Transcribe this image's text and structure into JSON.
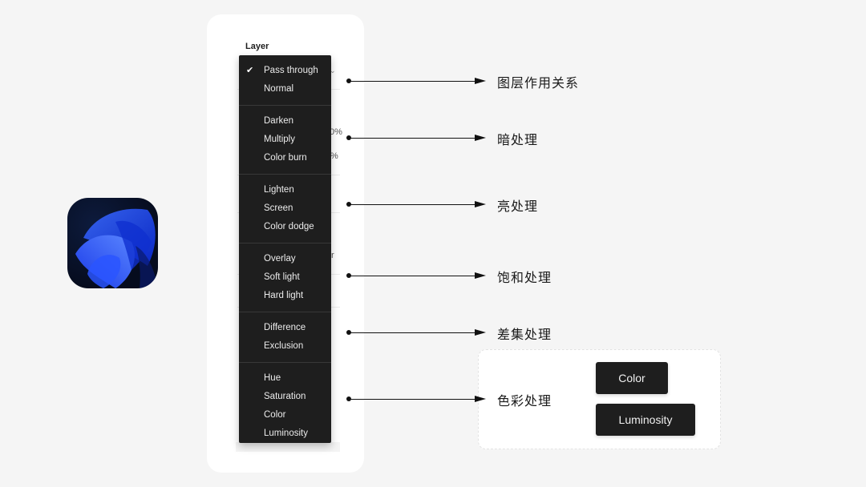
{
  "panel": {
    "title": "Layer",
    "background_fragments": [
      "0%",
      "%",
      "r"
    ]
  },
  "blend_menu": {
    "selected": "Pass through",
    "groups": [
      {
        "items": [
          {
            "label": "Pass through",
            "checked": true
          },
          {
            "label": "Normal"
          }
        ]
      },
      {
        "items": [
          {
            "label": "Darken"
          },
          {
            "label": "Multiply"
          },
          {
            "label": "Color burn"
          }
        ]
      },
      {
        "items": [
          {
            "label": "Lighten"
          },
          {
            "label": "Screen"
          },
          {
            "label": "Color dodge"
          }
        ]
      },
      {
        "items": [
          {
            "label": "Overlay"
          },
          {
            "label": "Soft light"
          },
          {
            "label": "Hard light"
          }
        ]
      },
      {
        "items": [
          {
            "label": "Difference"
          },
          {
            "label": "Exclusion"
          }
        ]
      },
      {
        "items": [
          {
            "label": "Hue"
          },
          {
            "label": "Saturation"
          },
          {
            "label": "Color"
          },
          {
            "label": "Luminosity"
          }
        ]
      }
    ]
  },
  "annotations": [
    {
      "label": "图层作用关系",
      "target_group": 0
    },
    {
      "label": "暗处理",
      "target_group": 1
    },
    {
      "label": "亮处理",
      "target_group": 2
    },
    {
      "label": "饱和处理",
      "target_group": 3
    },
    {
      "label": "差集处理",
      "target_group": 4
    },
    {
      "label": "色彩处理",
      "target_group": 5
    }
  ],
  "color_processing_box": {
    "buttons": [
      {
        "label": "Color"
      },
      {
        "label": "Luminosity"
      }
    ]
  },
  "icons": {
    "app_icon": "windows-bloom-app-icon",
    "check": "checkmark-icon",
    "chevron": "chevron-down-icon"
  },
  "colors": {
    "background": "#f5f5f5",
    "panel": "#ffffff",
    "menu": "#1e1e1e",
    "menu_text": "#ececec",
    "annotation": "#1a1a1a",
    "accent_blue": "#1f4dff"
  }
}
